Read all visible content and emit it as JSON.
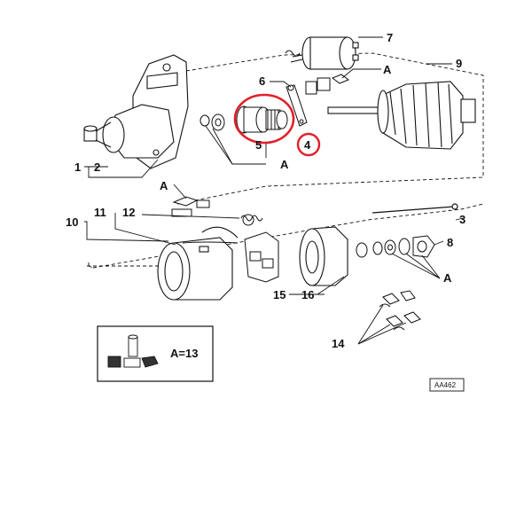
{
  "callouts": {
    "c1": "1",
    "c2": "2",
    "c3": "3",
    "c4": "4",
    "c5": "5",
    "c6": "6",
    "c7": "7",
    "c8": "8",
    "c9": "9",
    "c10": "10",
    "c11": "11",
    "c12": "12",
    "c14": "14",
    "c15": "15",
    "c16": "16",
    "a_top": "A",
    "a_pinion": "A",
    "a_brush": "A",
    "a_washers": "A"
  },
  "legend": {
    "text": "A=13"
  },
  "diagram_code": "AA462",
  "colors": {
    "highlight": "#e0202a",
    "ink": "#111111"
  }
}
